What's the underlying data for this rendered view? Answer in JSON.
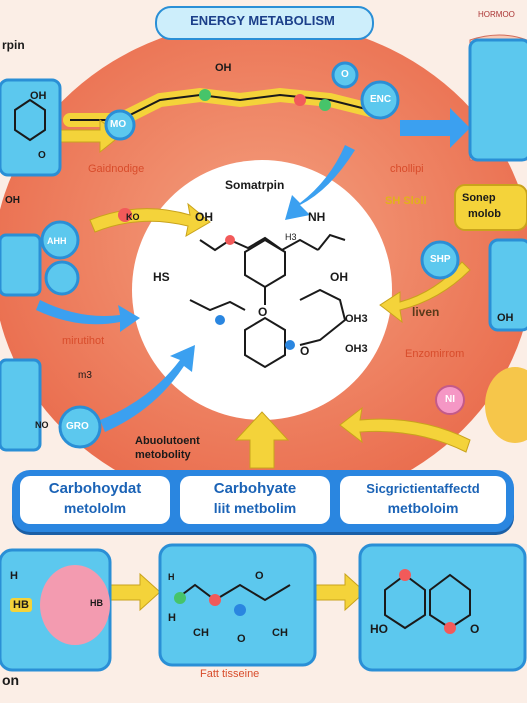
{
  "title": "ENERGY METABOLISM",
  "corner_labels": {
    "top_left": "rpin",
    "top_right": "HORMOO",
    "bottom_left": "on"
  },
  "center": {
    "title": "Somatrpin",
    "atoms": {
      "oh1": "OH",
      "nh": "NH",
      "h3a": "H3",
      "hs": "HS",
      "oh2": "OH",
      "o_mid": "O",
      "oh3": "OH3",
      "o_low": "O",
      "oh4": "OH3"
    }
  },
  "labels": {
    "gluconeogenesis": "Gaidnodige",
    "chollipi": "chollipi",
    "minutihot": "mirutihot",
    "liven": "liven",
    "enzymes": "Enzomirrom",
    "absolutent": "Abuolutoent",
    "metobolity": "metobolity",
    "fat_tissue": "Fatt tisseine",
    "sonep_top": "Sonep",
    "sonep_bot": "molob",
    "fat_note": "SH Sloll",
    "small_m": "m3"
  },
  "nodes": {
    "top_oh": "OH",
    "top_left_node": "MO",
    "top_blue": "O",
    "top_right_ring": "ENC",
    "left_ring1": "OH",
    "left_ring2": "AHH",
    "right_shp": "SHP",
    "left_gro": "GRO",
    "right_ring": "NI",
    "right_oh": "OH",
    "left_oh": "OH",
    "left_1o": "O",
    "left_ko": "KO",
    "left_no": "NO",
    "lower_hb": "HB",
    "lower_h": "H"
  },
  "bar": {
    "col1": {
      "line1": "Carbohoydat",
      "line2": "metololm"
    },
    "col2": {
      "line1": "Carbohyate",
      "line2": "liit metbolim"
    },
    "col3": {
      "line1": "Sicgrictientaffectd",
      "line2": "metboloim"
    }
  },
  "bottom": {
    "hb_label": "HB",
    "h_label": "H",
    "mid_atoms": {
      "h": "H",
      "o": "O",
      "ch": "CH",
      "o2": "O",
      "ch2": "CH"
    },
    "right_atoms": {
      "ho": "HO",
      "o": "O"
    }
  },
  "colors": {
    "orange": "#ef7f5f",
    "blue": "#2a86e0",
    "yellow": "#f4d33a",
    "cyan": "#5cc8ee",
    "white": "#ffffff"
  }
}
